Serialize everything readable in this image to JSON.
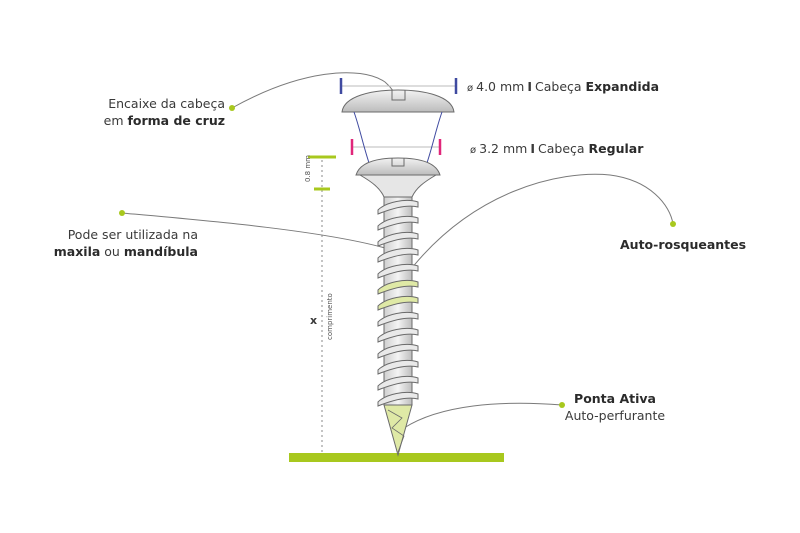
{
  "labels": {
    "head_socket": {
      "line1": "Encaixe da cabeça",
      "line2_prefix": "em ",
      "line2_bold": "forma de cruz"
    },
    "head_expanded": {
      "diameter_symbol": "ø",
      "size": "4.0 mm",
      "separator": "I",
      "text": "Cabeça ",
      "bold": "Expandida"
    },
    "head_regular": {
      "diameter_symbol": "ø",
      "size": "3.2 mm",
      "separator": "I",
      "text": "Cabeça ",
      "bold": "Regular"
    },
    "usage": {
      "line1": "Pode ser utilizada na",
      "bold1": "maxila",
      "middle": " ou ",
      "bold2": "mandíbula"
    },
    "self_tapping": "Auto-rosqueantes",
    "tip": {
      "bold": "Ponta Ativa",
      "text": "Auto-perfurante"
    },
    "length_symbol": "x",
    "length_text": "comprimento",
    "neck_text": "0.8 mm"
  },
  "colors": {
    "accent_green": "#a8c81e",
    "thread_highlight": "#dfe9a6",
    "expanded_marker": "#3f4aa0",
    "regular_marker": "#e0267a",
    "outline": "#6b6b6b",
    "leader": "#7a7a7a"
  }
}
